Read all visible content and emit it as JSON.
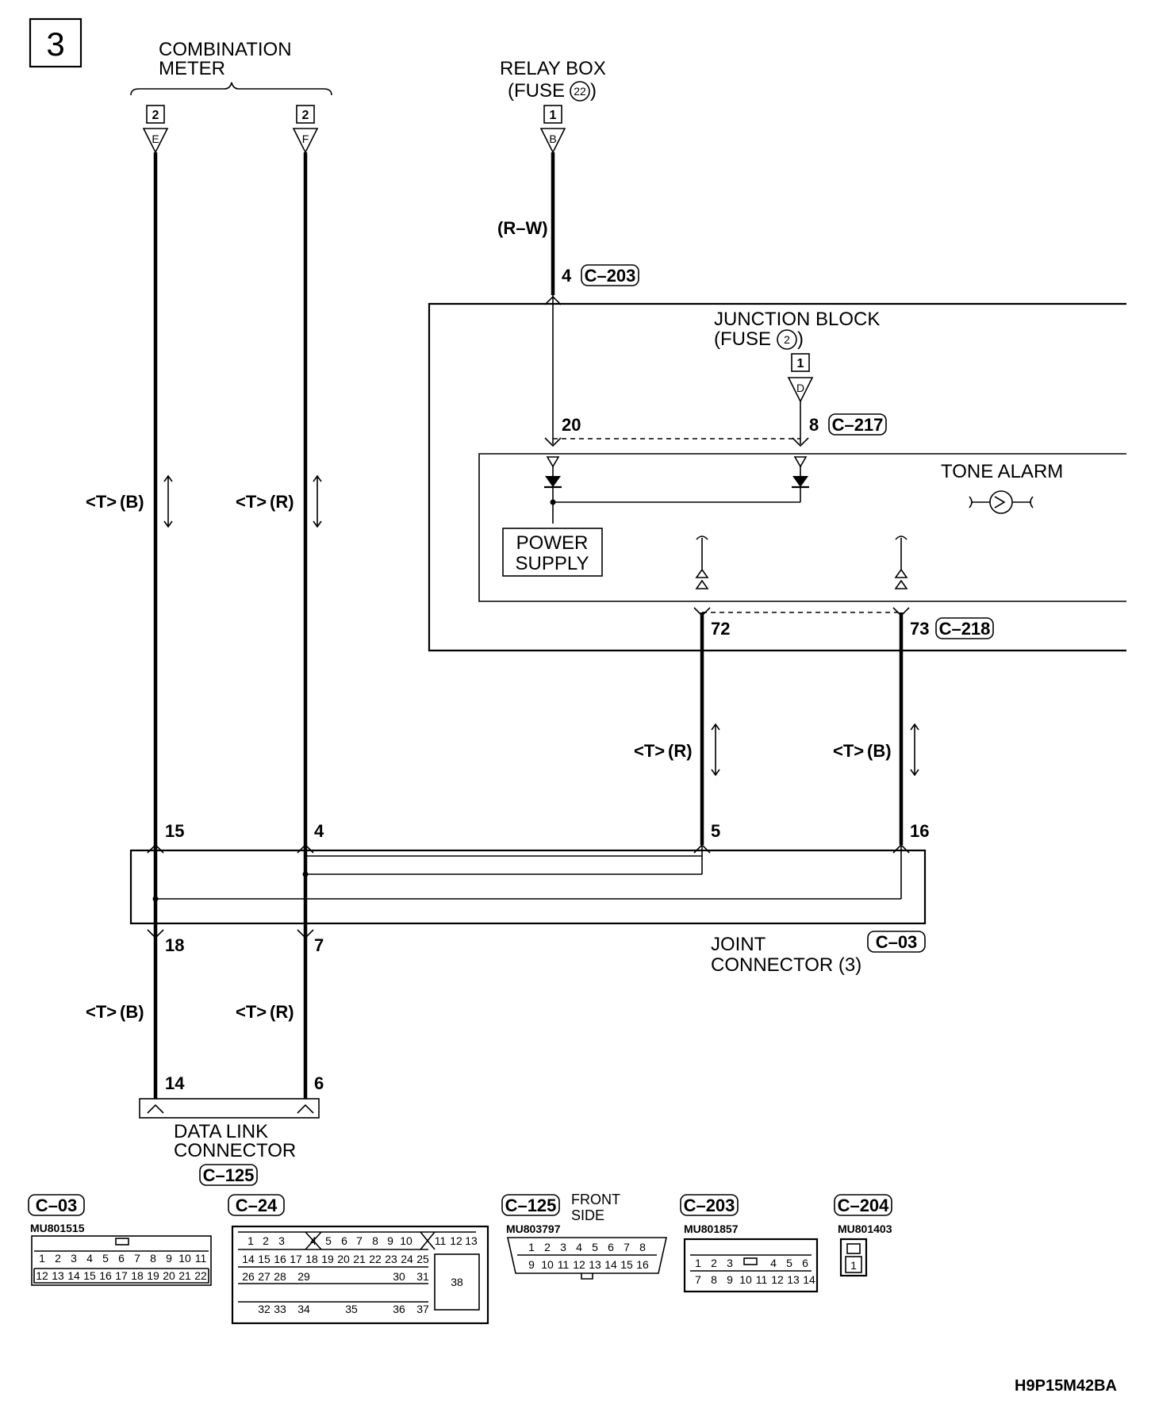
{
  "sheet": {
    "number": "3",
    "diagram_code": "H9P15M42BA"
  },
  "combination_meter": {
    "line1": "COMBINATION",
    "line2": "METER",
    "terminals": [
      {
        "box": "2",
        "letter": "E"
      },
      {
        "box": "2",
        "letter": "F"
      }
    ]
  },
  "relay_box": {
    "line1": "RELAY BOX",
    "line2a": "(FUSE",
    "fuse": "22",
    "line2b": ")",
    "box": "1",
    "letter": "B",
    "wire_color": "(R–W)",
    "pin": "4",
    "connector": "C–203"
  },
  "junction_block": {
    "line1": "JUNCTION BLOCK",
    "line2a": "(FUSE",
    "fuse": "2",
    "line2b": ")",
    "box": "1",
    "letter": "D",
    "pin_left": "20",
    "pin_right": "8",
    "connector_right": "C–217",
    "pin_72": "72",
    "pin_73": "73",
    "connector_bottom": "C–218",
    "tone_alarm": "TONE ALARM",
    "power_supply_1": "POWER",
    "power_supply_2": "SUPPLY"
  },
  "wires": {
    "tag": "<T>",
    "b": "(B)",
    "r": "(R)"
  },
  "joint_connector": {
    "pins_top": [
      "15",
      "4",
      "5",
      "16"
    ],
    "pins_bottom": [
      "18",
      "7"
    ],
    "line1": "JOINT",
    "line2": "CONNECTOR (3)",
    "connector": "C–03"
  },
  "data_link_connector": {
    "pins": [
      "14",
      "6"
    ],
    "line1": "DATA LINK",
    "line2": "CONNECTOR",
    "connector": "C–125"
  },
  "connectors": [
    {
      "id": "C–03",
      "part": "MU801515",
      "row1": [
        "1",
        "2",
        "3",
        "4",
        "5",
        "6",
        "7",
        "8",
        "9",
        "10",
        "11"
      ],
      "row2": [
        "12",
        "13",
        "14",
        "15",
        "16",
        "17",
        "18",
        "19",
        "20",
        "21",
        "22"
      ]
    },
    {
      "id": "C–24",
      "row1": [
        "1",
        "2",
        "3",
        "4",
        "5",
        "6",
        "7",
        "8",
        "9",
        "10",
        "11",
        "12",
        "13"
      ],
      "row2": [
        "14",
        "15",
        "16",
        "17",
        "18",
        "19",
        "20",
        "21",
        "22",
        "23",
        "24",
        "25"
      ],
      "row3": [
        "26",
        "27",
        "28",
        "29",
        "30",
        "31",
        "38"
      ],
      "row4": [
        "32",
        "33",
        "34",
        "35",
        "36",
        "37"
      ]
    },
    {
      "id": "C–125",
      "part": "MU803797",
      "note1": "FRONT",
      "note2": "SIDE",
      "row1": [
        "1",
        "2",
        "3",
        "4",
        "5",
        "6",
        "7",
        "8"
      ],
      "row2": [
        "9",
        "10",
        "11",
        "12",
        "13",
        "14",
        "15",
        "16"
      ]
    },
    {
      "id": "C–203",
      "part": "MU801857",
      "row1": [
        "1",
        "2",
        "3",
        "4",
        "5",
        "6"
      ],
      "row2": [
        "7",
        "8",
        "9",
        "10",
        "11",
        "12",
        "13",
        "14"
      ]
    },
    {
      "id": "C–204",
      "part": "MU801403",
      "row1": [
        "1"
      ]
    }
  ]
}
